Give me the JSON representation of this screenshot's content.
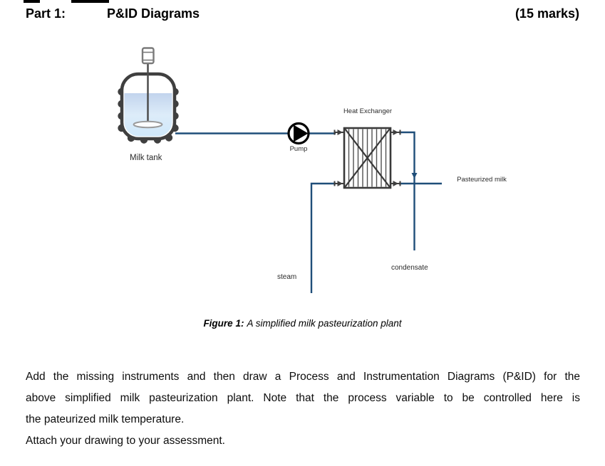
{
  "header": {
    "part_label": "Part 1:",
    "title": "P&ID Diagrams",
    "marks": "(15 marks)"
  },
  "diagram": {
    "labels": {
      "milk_tank": "Milk tank",
      "pump": "Pump",
      "heat_exchanger": "Heat Exchanger",
      "pasteurized_milk": "Pasteurized milk",
      "steam": "steam",
      "condensate": "condensate"
    },
    "colors": {
      "pipe": "#1f4e79",
      "equipment_outline": "#3f3f3f",
      "pump_color": "#000000",
      "milk_fill_top": "#c2d4ed",
      "milk_fill_bottom": "#cfe8fa"
    }
  },
  "caption": {
    "prefix": "Figure 1:",
    "text": "A simplified milk pasteurization plant"
  },
  "body": {
    "paragraph_lines": [
      "Add the missing instruments and then draw a Process and Instrumentation Diagrams (P&ID) for the",
      "above simplified milk pasteurization plant. Note that the process variable to be controlled here is",
      "the pateurized milk temperature."
    ],
    "attach_note": "Attach your drawing to your assessment."
  }
}
